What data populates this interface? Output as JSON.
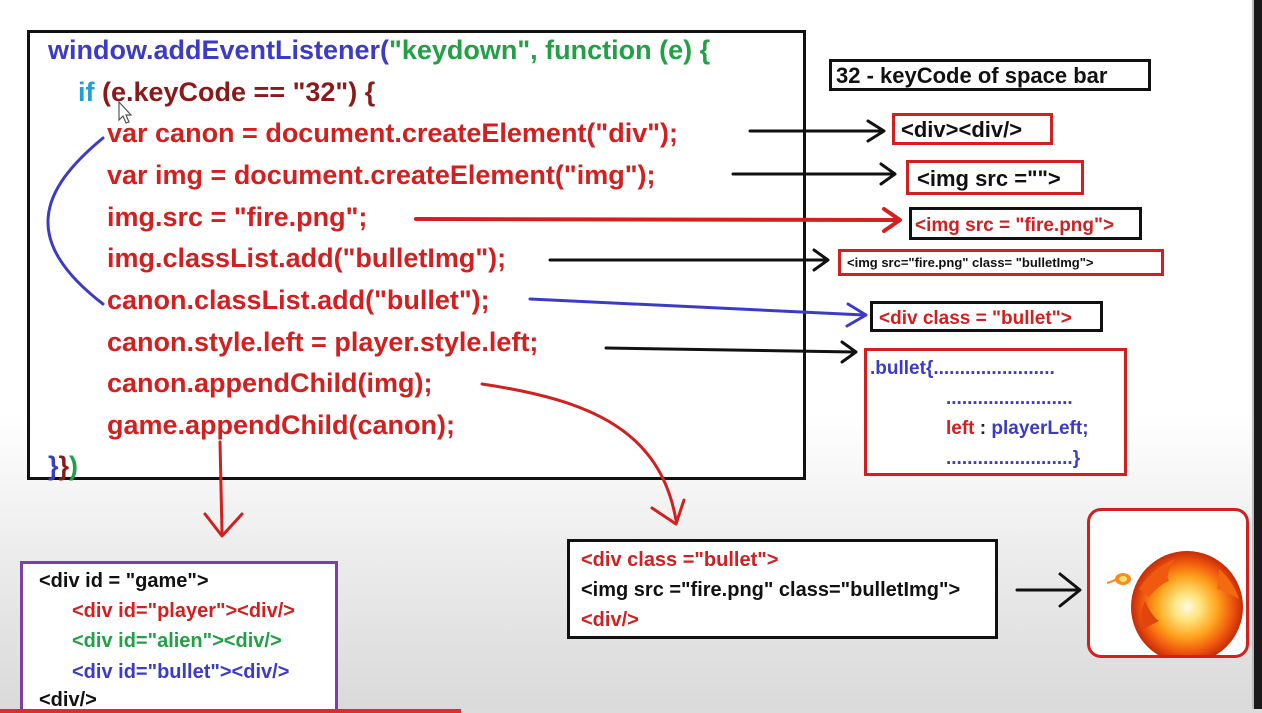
{
  "code": {
    "line1_a": "window.addEventListener(",
    "line1_b": "\"keydown\", function (e) {",
    "line2_if": "if ",
    "line2_cond": "(e.keyCode == \"32\") {",
    "line3": "var canon = document.createElement(\"div\");",
    "line4": "var img = document.createElement(\"img\");",
    "line5": "img.src = \"fire.png\";",
    "line6": "img.classList.add(\"bulletImg\");",
    "line7": "canon.classList.add(\"bullet\");",
    "line8": "canon.style.left = player.style.left;",
    "line9": "canon.appendChild(img);",
    "line10": "game.appendChild(canon);",
    "close_a": "}",
    "close_b": "}",
    "close_c": ")"
  },
  "note": "32 - keyCode of space bar",
  "results": {
    "div_tag": "<div><div/>",
    "img_empty": "<img src =\"\">",
    "img_src": "<img src = \"fire.png\">",
    "img_class": "<img src=\"fire.png\" class= \"bulletImg\">",
    "div_class": "<div class = \"bullet\">"
  },
  "css_box": {
    "line1": ".bullet{.......................",
    "line2": "........................",
    "line3_prop": "left",
    "line3_sep": " : ",
    "line3_val": "playerLeft;",
    "line4": "........................}"
  },
  "game_box": {
    "line1": "<div id = \"game\">",
    "line2": "<div id=\"player\"><div/>",
    "line3": "<div id=\"alien\"><div/>",
    "line4": "<div id=\"bullet\"><div/>",
    "line5": "<div/>"
  },
  "bullet_box": {
    "line1": "<div class =\"bullet\">",
    "line2": "<img src =\"fire.png\" class=\"bulletImg\">",
    "line3": "<div/>"
  },
  "video_progress": 0.365,
  "colors": {
    "red": "#d21f1f",
    "black": "#111111",
    "blue": "#3b3bc6",
    "green": "#22a046",
    "purple": "#7b3fa6"
  },
  "icons": [
    "fireball-icon",
    "mouse-cursor-icon"
  ]
}
